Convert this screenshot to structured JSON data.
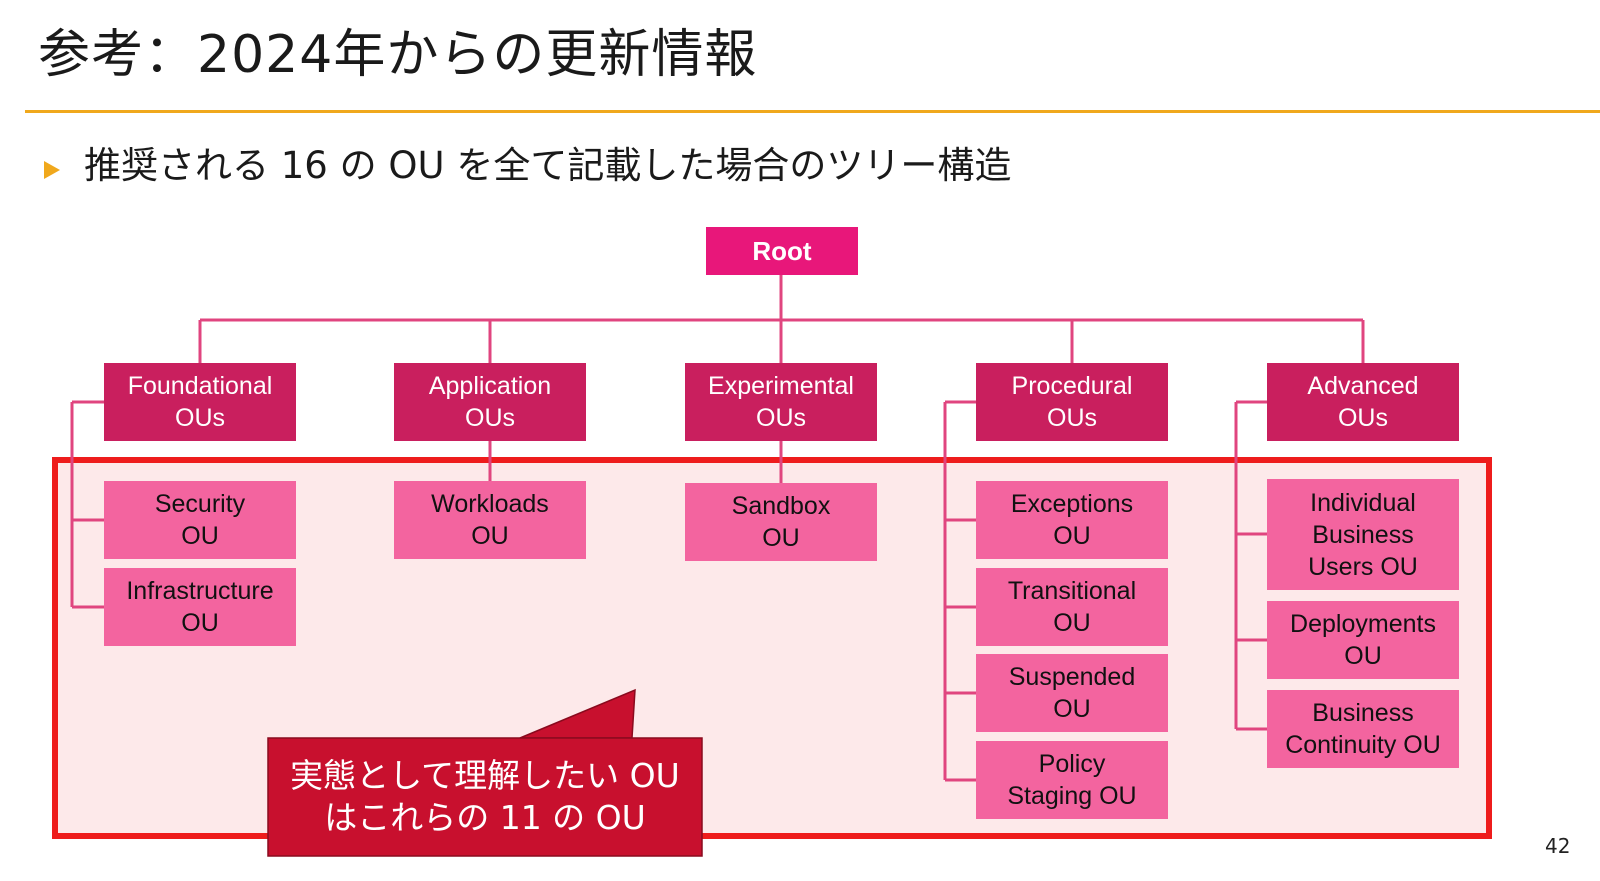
{
  "slide": {
    "title": "参考：2024年からの更新情報",
    "subtitle": "推奨される 16 の OU を全て記載した場合のツリー構造",
    "page_number": "42"
  },
  "tree": {
    "root": "Root",
    "categories": [
      {
        "label": "Foundational\nOUs",
        "children": [
          "Security\nOU",
          "Infrastructure\nOU"
        ]
      },
      {
        "label": "Application\nOUs",
        "children": [
          "Workloads\nOU"
        ]
      },
      {
        "label": "Experimental\nOUs",
        "children": [
          "Sandbox\nOU"
        ]
      },
      {
        "label": "Procedural\nOUs",
        "children": [
          "Exceptions\nOU",
          "Transitional\nOU",
          "Suspended\nOU",
          "Policy\nStaging OU"
        ]
      },
      {
        "label": "Advanced\nOUs",
        "children": [
          "Individual\nBusiness\nUsers OU",
          "Deployments\nOU",
          "Business\nContinuity OU"
        ]
      }
    ]
  },
  "callout": {
    "line1": "実態として理解したい OU",
    "line2": "はこれらの 11 の OU"
  },
  "colors": {
    "accent_rule": "#f0a81c",
    "root_fill": "#e8177a",
    "category_fill": "#c91f5e",
    "leaf_fill": "#f3649f",
    "connector": "#e0457f",
    "highlight_border": "#ee1c1c",
    "highlight_fill": "#fde9ea",
    "callout_fill": "#c8102e"
  }
}
